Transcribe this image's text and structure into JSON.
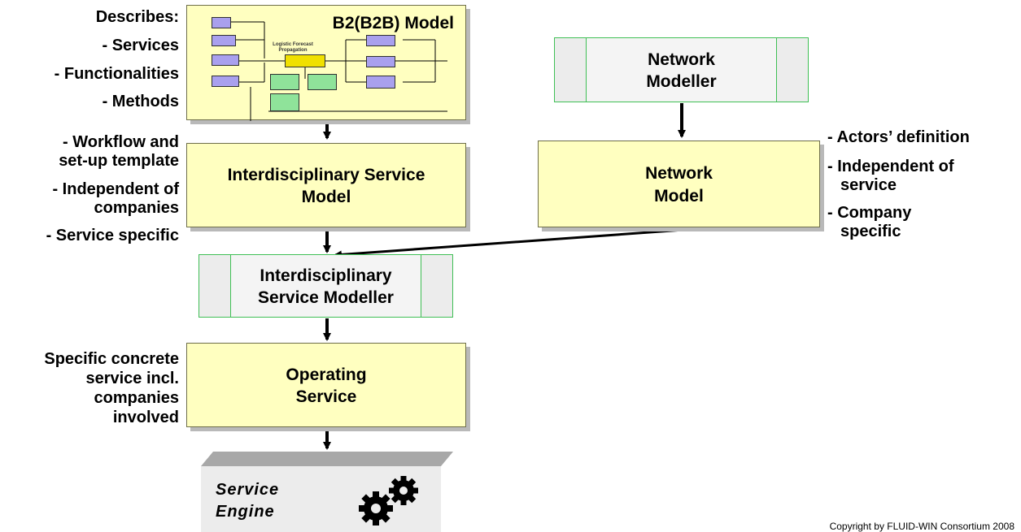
{
  "b2b_model": {
    "title": "B2(B2B) Model",
    "inner_label": "Logistic Forecast Propagation"
  },
  "left_notes": {
    "describes": [
      "Describes:",
      "- Services",
      "- Functionalities",
      "- Methods"
    ],
    "workflow": [
      "- Workflow and",
      "set-up template",
      "- Independent of",
      "companies",
      "- Service specific"
    ],
    "operating": [
      "Specific concrete",
      "service incl.",
      "companies",
      "involved"
    ]
  },
  "boxes": {
    "interdisciplinary_service_model": [
      "Interdisciplinary Service",
      "Model"
    ],
    "network_model": [
      "Network",
      "Model"
    ],
    "operating_service": [
      "Operating",
      "Service"
    ]
  },
  "tools": {
    "network_modeller": [
      "Network",
      "Modeller"
    ],
    "interdisciplinary_service_modeller": [
      "Interdisciplinary",
      "Service Modeller"
    ]
  },
  "right_notes": [
    "- Actors’ definition",
    "- Independent of",
    "service",
    "- Company",
    "specific"
  ],
  "service_engine": [
    "Service",
    "Engine"
  ],
  "copyright": "Copyright by FLUID-WIN Consortium 2008",
  "colors": {
    "model_fill": "#ffffc0",
    "tool_fill": "#ececec",
    "tool_border": "#3fbf55",
    "shadow": "#b9b9b9"
  }
}
